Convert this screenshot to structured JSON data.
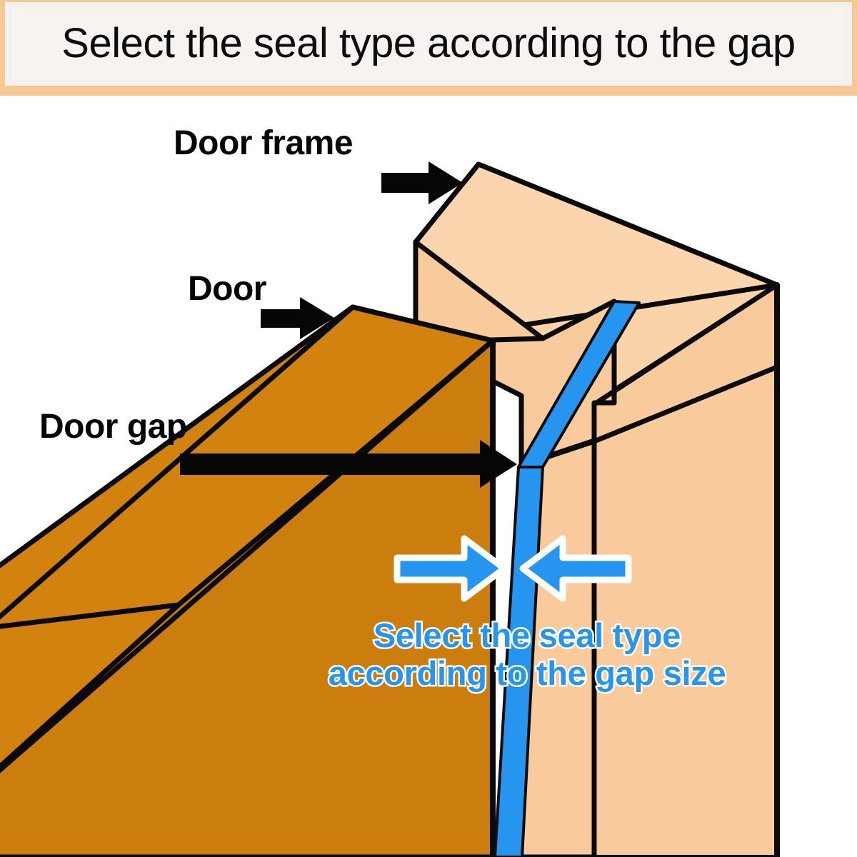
{
  "header": {
    "title": "Select the seal type according to the gap",
    "background_color": "#f5f2f0",
    "border_color": "#f7c893"
  },
  "diagram": {
    "type": "isometric-cutaway-illustration",
    "subject": "door and door frame gap with seal strip",
    "background_color": "#ffffff",
    "labels": [
      {
        "id": "door-frame",
        "text": "Door frame",
        "arrow": "black-right-arrow",
        "points_to": "door-frame-top-face"
      },
      {
        "id": "door",
        "text": "Door",
        "arrow": "black-right-arrow",
        "points_to": "door-top-face"
      },
      {
        "id": "door-gap",
        "text": "Door gap",
        "arrow": "black-long-right-arrow",
        "points_to": "gap-between-door-and-frame"
      }
    ],
    "callout": {
      "line1": "Select the seal type",
      "line2": "according to the gap size",
      "text_color": "#2595ef",
      "outline_color": "#ffffff"
    },
    "compression_arrows": {
      "left": {
        "direction": "right",
        "color": "#2595ef",
        "outline": "#ffffff"
      },
      "right": {
        "direction": "left",
        "color": "#2595ef",
        "outline": "#ffffff"
      }
    },
    "parts": [
      {
        "name": "door",
        "color": "#d2820e",
        "side_color": "#c97c0f"
      },
      {
        "name": "door-frame",
        "color": "#f9cb9c",
        "top_color": "#fbd5ad"
      },
      {
        "name": "seal-strip",
        "color": "#2595ef"
      }
    ],
    "colors": {
      "door_face": "#d2820e",
      "door_side": "#c97b0d",
      "frame_face": "#f9cb9c",
      "frame_top": "#fbd3a8",
      "frame_edge": "#f8c894",
      "seal_blue": "#2595ef",
      "outline_black": "#0a0a0a",
      "white": "#ffffff"
    }
  }
}
